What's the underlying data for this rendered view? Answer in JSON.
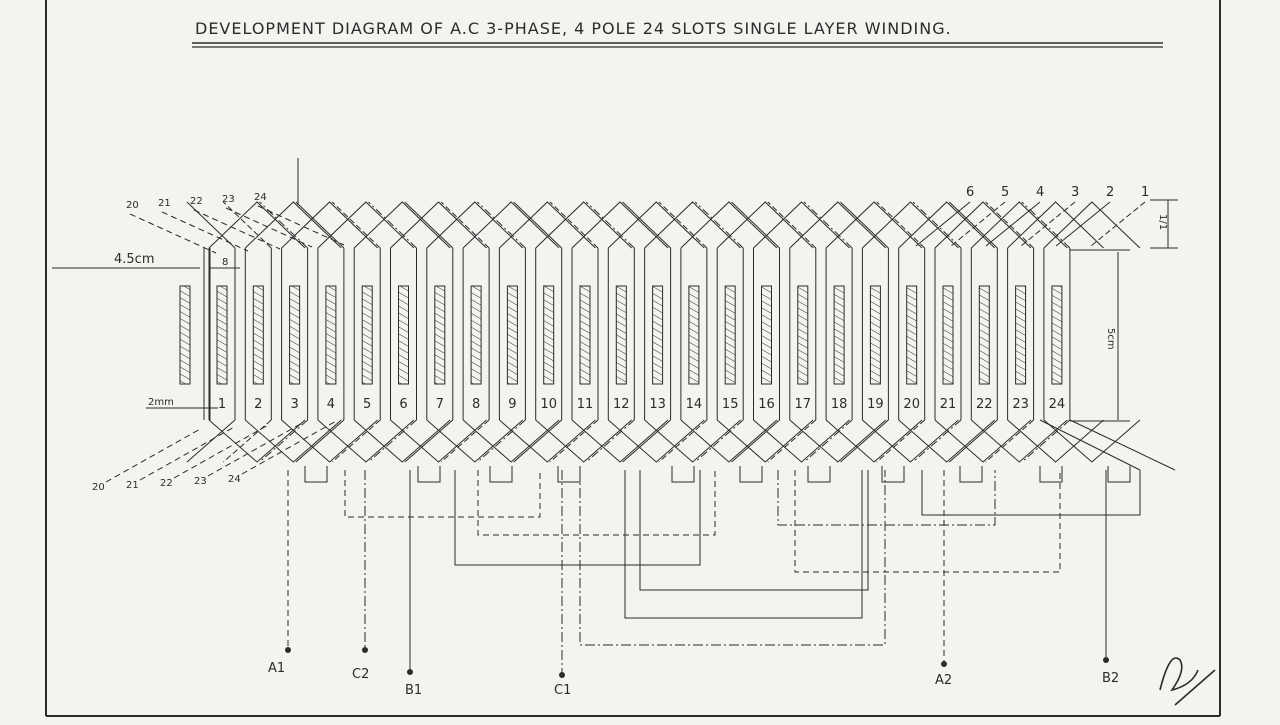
{
  "title": "DEVELOPMENT DIAGRAM OF A.C 3-PHASE, 4 POLE 24 SLOTS SINGLE LAYER WINDING.",
  "slots": [
    "1",
    "2",
    "3",
    "4",
    "5",
    "6",
    "7",
    "8",
    "9",
    "10",
    "11",
    "12",
    "13",
    "14",
    "15",
    "16",
    "17",
    "18",
    "19",
    "20",
    "21",
    "22",
    "23",
    "24"
  ],
  "top_left_labels": [
    "20",
    "21",
    "22",
    "23",
    "24"
  ],
  "bottom_left_labels": [
    "20",
    "21",
    "22",
    "23",
    "24"
  ],
  "top_right_labels": [
    "6",
    "5",
    "4",
    "3",
    "2",
    "1"
  ],
  "dimensions": {
    "left_gap": "4.5cm",
    "slot_width": "8",
    "spacing": "2mm",
    "height": "5cm",
    "overhang": "1/1"
  },
  "terminals": [
    {
      "label": "A1",
      "style": "dashed"
    },
    {
      "label": "C2",
      "style": "dashdot"
    },
    {
      "label": "B1",
      "style": "solid"
    },
    {
      "label": "C1",
      "style": "dashdot"
    },
    {
      "label": "A2",
      "style": "dashed"
    },
    {
      "label": "B2",
      "style": "solid"
    }
  ],
  "colors": {
    "ink": "#2b2b2b",
    "paper": "#f4f3f0"
  }
}
